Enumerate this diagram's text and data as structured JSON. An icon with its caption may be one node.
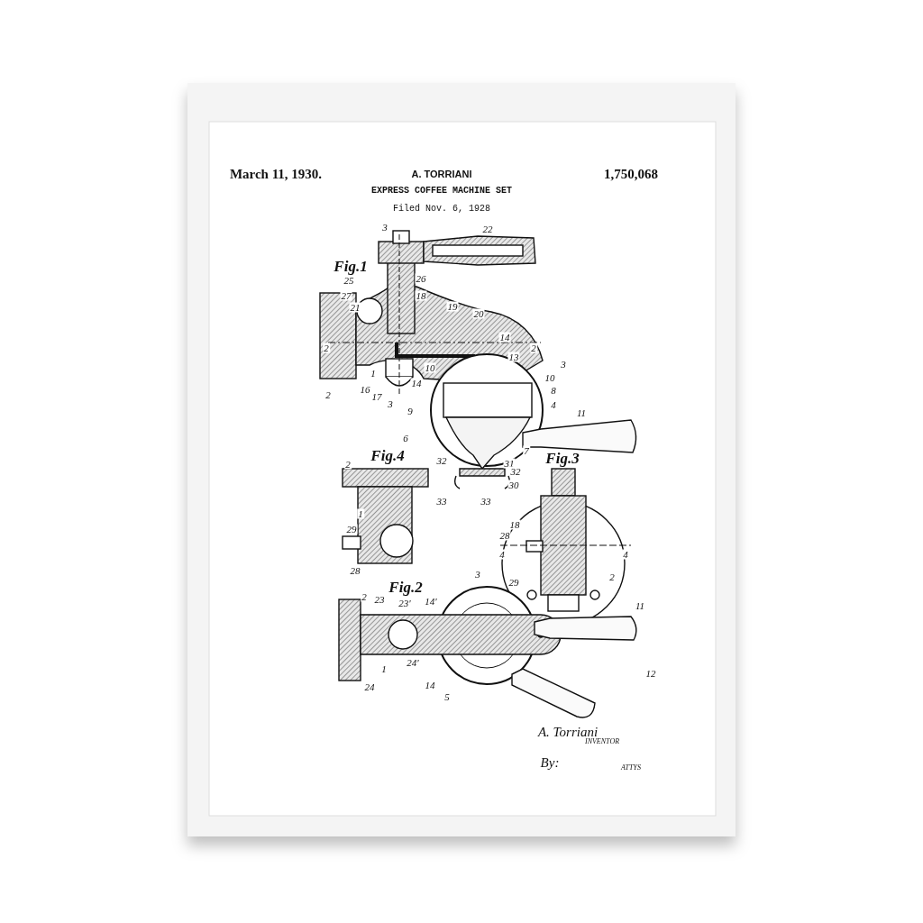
{
  "diagram": {
    "title": "EXPRESS COFFEE MACHINE SET",
    "labels": [
      "March 11, 1930.",
      "A. TORRIANI",
      "1,750,068",
      "Filed Nov. 6, 1928",
      "3",
      "22",
      "Fig.1",
      "25",
      "26",
      "27",
      "18",
      "21",
      "19",
      "20",
      "2",
      "2",
      "14",
      "13",
      "3",
      "10",
      "10",
      "8",
      "4",
      "1",
      "16",
      "17",
      "14",
      "2",
      "3",
      "9",
      "11",
      "6",
      "7",
      "Fig.4",
      "32",
      "31",
      "32",
      "30",
      "33",
      "33",
      "Fig.3",
      "2",
      "1",
      "29",
      "28",
      "18",
      "28",
      "4",
      "4",
      "29",
      "2",
      "3",
      "Fig.2",
      "2",
      "23",
      "23'",
      "14'",
      "24'",
      "1",
      "24",
      "14",
      "5",
      "11",
      "12",
      "A. Torriani",
      "INVENTOR",
      "By:",
      "ATTYS"
    ]
  }
}
